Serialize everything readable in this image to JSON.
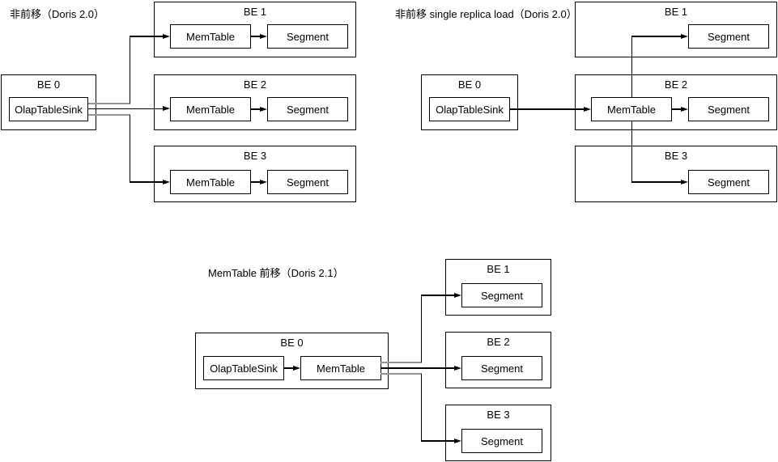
{
  "colors": {
    "line": "#000000",
    "overlap_stub": "#949494",
    "background": "#ffffff"
  },
  "diagram_nonforward": {
    "title": "非前移（Doris 2.0）",
    "be0": {
      "title": "BE 0",
      "sink": "OlapTableSink"
    },
    "be1": {
      "title": "BE 1",
      "memtable": "MemTable",
      "segment": "Segment"
    },
    "be2": {
      "title": "BE 2",
      "memtable": "MemTable",
      "segment": "Segment"
    },
    "be3": {
      "title": "BE 3",
      "memtable": "MemTable",
      "segment": "Segment"
    }
  },
  "diagram_single_replica": {
    "title": "非前移 single replica load（Doris 2.0）",
    "be0": {
      "title": "BE 0",
      "sink": "OlapTableSink"
    },
    "be1": {
      "title": "BE 1",
      "segment": "Segment"
    },
    "be2": {
      "title": "BE 2",
      "memtable": "MemTable",
      "segment": "Segment"
    },
    "be3": {
      "title": "BE 3",
      "segment": "Segment"
    }
  },
  "diagram_forward": {
    "title": "MemTable 前移（Doris 2.1）",
    "be0": {
      "title": "BE 0",
      "sink": "OlapTableSink",
      "memtable": "MemTable"
    },
    "be1": {
      "title": "BE 1",
      "segment": "Segment"
    },
    "be2": {
      "title": "BE 2",
      "segment": "Segment"
    },
    "be3": {
      "title": "BE 3",
      "segment": "Segment"
    }
  }
}
